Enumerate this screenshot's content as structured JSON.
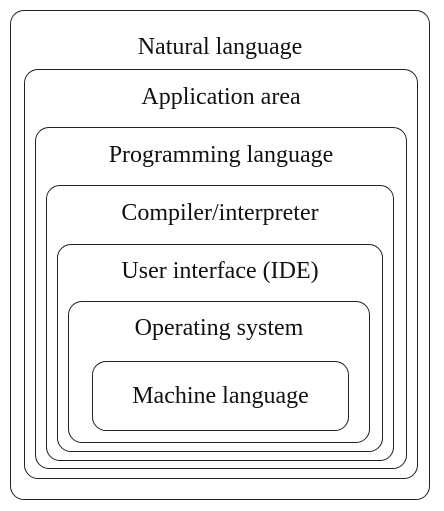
{
  "diagram": {
    "layers": [
      {
        "label": "Natural language"
      },
      {
        "label": "Application area"
      },
      {
        "label": "Programming language"
      },
      {
        "label": "Compiler/interpreter"
      },
      {
        "label": "User interface (IDE)"
      },
      {
        "label": "Operating system"
      },
      {
        "label": "Machine language"
      }
    ]
  }
}
